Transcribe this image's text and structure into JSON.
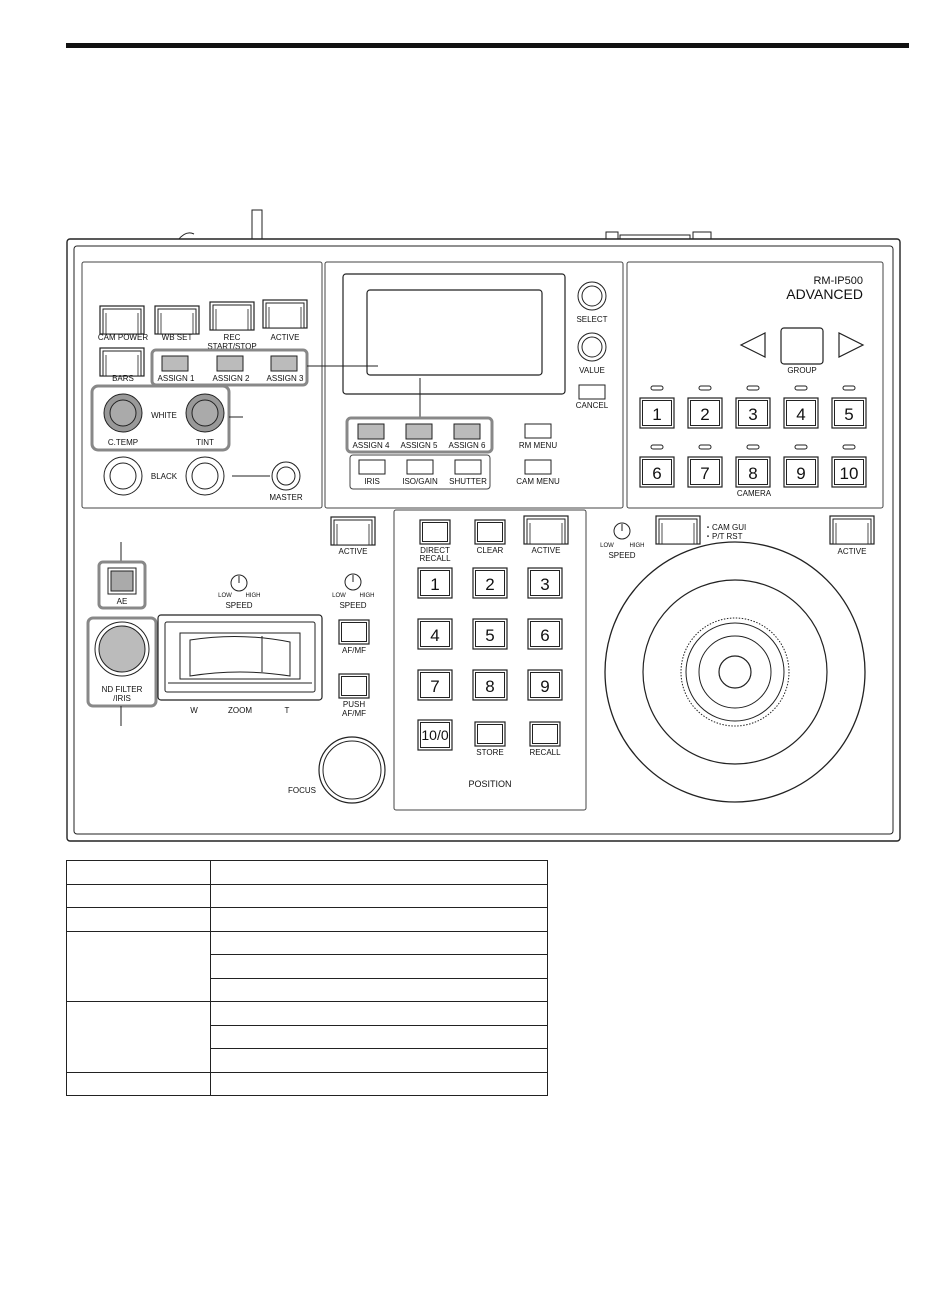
{
  "model": {
    "name": "RM-IP500",
    "variant": "ADVANCED"
  },
  "left_panel": {
    "cam_power": "CAM POWER",
    "wb_set": "WB SET",
    "rec": "REC",
    "rec_sub": "START/STOP",
    "active": "ACTIVE",
    "bars": "BARS",
    "assign1": "ASSIGN 1",
    "assign2": "ASSIGN 2",
    "assign3": "ASSIGN 3",
    "white": "WHITE",
    "ctemp": "C.TEMP",
    "tint": "TINT",
    "black": "BLACK",
    "master": "MASTER"
  },
  "center_panel": {
    "select": "SELECT",
    "value": "VALUE",
    "cancel": "CANCEL",
    "assign4": "ASSIGN 4",
    "assign5": "ASSIGN 5",
    "assign6": "ASSIGN 6",
    "rm_menu": "RM MENU",
    "iris": "IRIS",
    "iso_gain": "ISO/GAIN",
    "shutter": "SHUTTER",
    "cam_menu": "CAM MENU"
  },
  "camera_panel": {
    "group": "GROUP",
    "label": "CAMERA",
    "buttons": [
      "1",
      "2",
      "3",
      "4",
      "5",
      "6",
      "7",
      "8",
      "9",
      "10"
    ]
  },
  "lower_left": {
    "ae": "AE",
    "nd_filter_line1": "ND FILTER",
    "nd_filter_line2": "/IRIS",
    "speed": "SPEED",
    "low": "LOW",
    "high": "HIGH",
    "zoom": "ZOOM",
    "w": "W",
    "t": "T",
    "active": "ACTIVE",
    "af_mf": "AF/MF",
    "push_line1": "PUSH",
    "push_line2": "AF/MF",
    "focus": "FOCUS"
  },
  "position_panel": {
    "direct_line1": "DIRECT",
    "direct_line2": "RECALL",
    "clear": "CLEAR",
    "active": "ACTIVE",
    "keys": [
      "1",
      "2",
      "3",
      "4",
      "5",
      "6",
      "7",
      "8",
      "9"
    ],
    "key10": "10/0",
    "store": "STORE",
    "recall": "RECALL",
    "label": "POSITION"
  },
  "joystick_panel": {
    "cam_gui": "・CAM GUI",
    "pt_rst": "・P/T RST",
    "speed": "SPEED",
    "low": "LOW",
    "high": "HIGH",
    "active": "ACTIVE"
  }
}
